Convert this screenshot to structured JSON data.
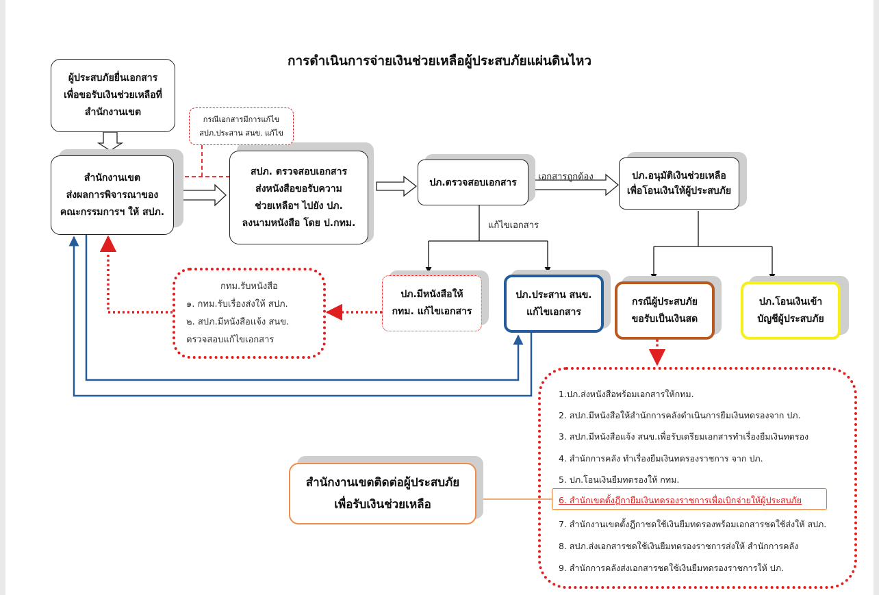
{
  "title": "การดำเนินการจ่ายเงินช่วยเหลือผู้ประสบภัยแผ่นดินไหว",
  "nodes": {
    "victim_submit": [
      "ผู้ประสบภัยยื่นเอกสาร",
      "เพื่อขอรับเงินช่วยเหลือที่",
      "สำนักงานเขต"
    ],
    "doc_fix_note": [
      "กรณีเอกสารมีการแก้ไข",
      "สปภ.ประสาน สนข. แก้ไข"
    ],
    "district_send": [
      "สำนักงานเขต",
      "ส่งผลการพิจารณาของ",
      "คณะกรรมการฯ ให้ สปภ."
    ],
    "spp_check": [
      "สปภ. ตรวจสอบเอกสาร",
      "ส่งหนังสือขอรับความ",
      "ช่วยเหลือฯ ไปยัง ปภ.",
      "ลงนามหนังสือ โดย ป.กทม."
    ],
    "dpm_check": [
      "ปภ.ตรวจสอบเอกสาร"
    ],
    "dpm_approve": [
      "ปภ.อนุมัติเงินช่วยเหลือ",
      "เพื่อโอนเงินให้ผู้ประสบภัย"
    ],
    "bma_receive": [
      "กทม.รับหนังสือ",
      "๑. กทม.รับเรื่องส่งให้ สปภ.",
      "๒. สปภ.มีหนังสือแจ้ง สนข.",
      "ตรวจสอบแก้ไขเอกสาร"
    ],
    "dpm_letter": [
      "ปภ.มีหนังสือให้",
      "กทม. แก้ไขเอกสาร"
    ],
    "dpm_coord": [
      "ปภ.ประสาน สนข.",
      "แก้ไขเอกสาร"
    ],
    "cash_case": [
      "กรณีผู้ประสบภัย",
      "ขอรับเป็นเงินสด"
    ],
    "bank_transfer": [
      "ปภ.โอนเงินเข้า",
      "บัญชีผู้ประสบภัย"
    ],
    "district_contact": [
      "สำนักงานเขตติดต่อผู้ประสบภัย",
      "เพื่อรับเงินช่วยเหลือ"
    ]
  },
  "edge_labels": {
    "docs_correct": "เอกสารถูกต้อง",
    "fix_docs": "แก้ไขเอกสาร"
  },
  "cash_steps": [
    "1.ปภ.ส่งหนังสือพร้อมเอกสารให้กทม.",
    "2. สปภ.มีหนังสือให้สำนักการคลังดำเนินการยืมเงินทดรองจาก ปภ.",
    "3. สปภ.มีหนังสือแจ้ง สนข.เพื่อรับเตรียมเอกสารทำเรื่องยืมเงินทดรอง",
    "4. สำนักการคลัง ทำเรื่องยืมเงินทดรองราชการ จาก ปภ.",
    "5. ปภ.โอนเงินยืมทดรองให้ กทม.",
    "6. สำนักเขตตั้งฎีกายืมเงินทดรองราชการเพื่อเบิกจ่ายให้ผู้ประสบภัย",
    "7. สำนักงานเขตตั้งฎีกาชดใช้เงินยืมทดรองพร้อมเอกสารชดใช้ส่งให้ สปภ.",
    "8. สปภ.ส่งเอกสารชดใช้เงินยืมทดรองราชการส่งให้ สำนักการคลัง",
    "9. สำนักการคลังส่งเอกสารชดใช้เงินยืมทดรองราชการให้ ปภ."
  ],
  "colors": {
    "red_dotted": "#e02020",
    "blue_loop": "#245b9b",
    "brown_border": "#b85a1f",
    "yellow_border": "#f7ef1a",
    "orange_border": "#ef8c4a",
    "highlight_text": "#d81f1f"
  }
}
